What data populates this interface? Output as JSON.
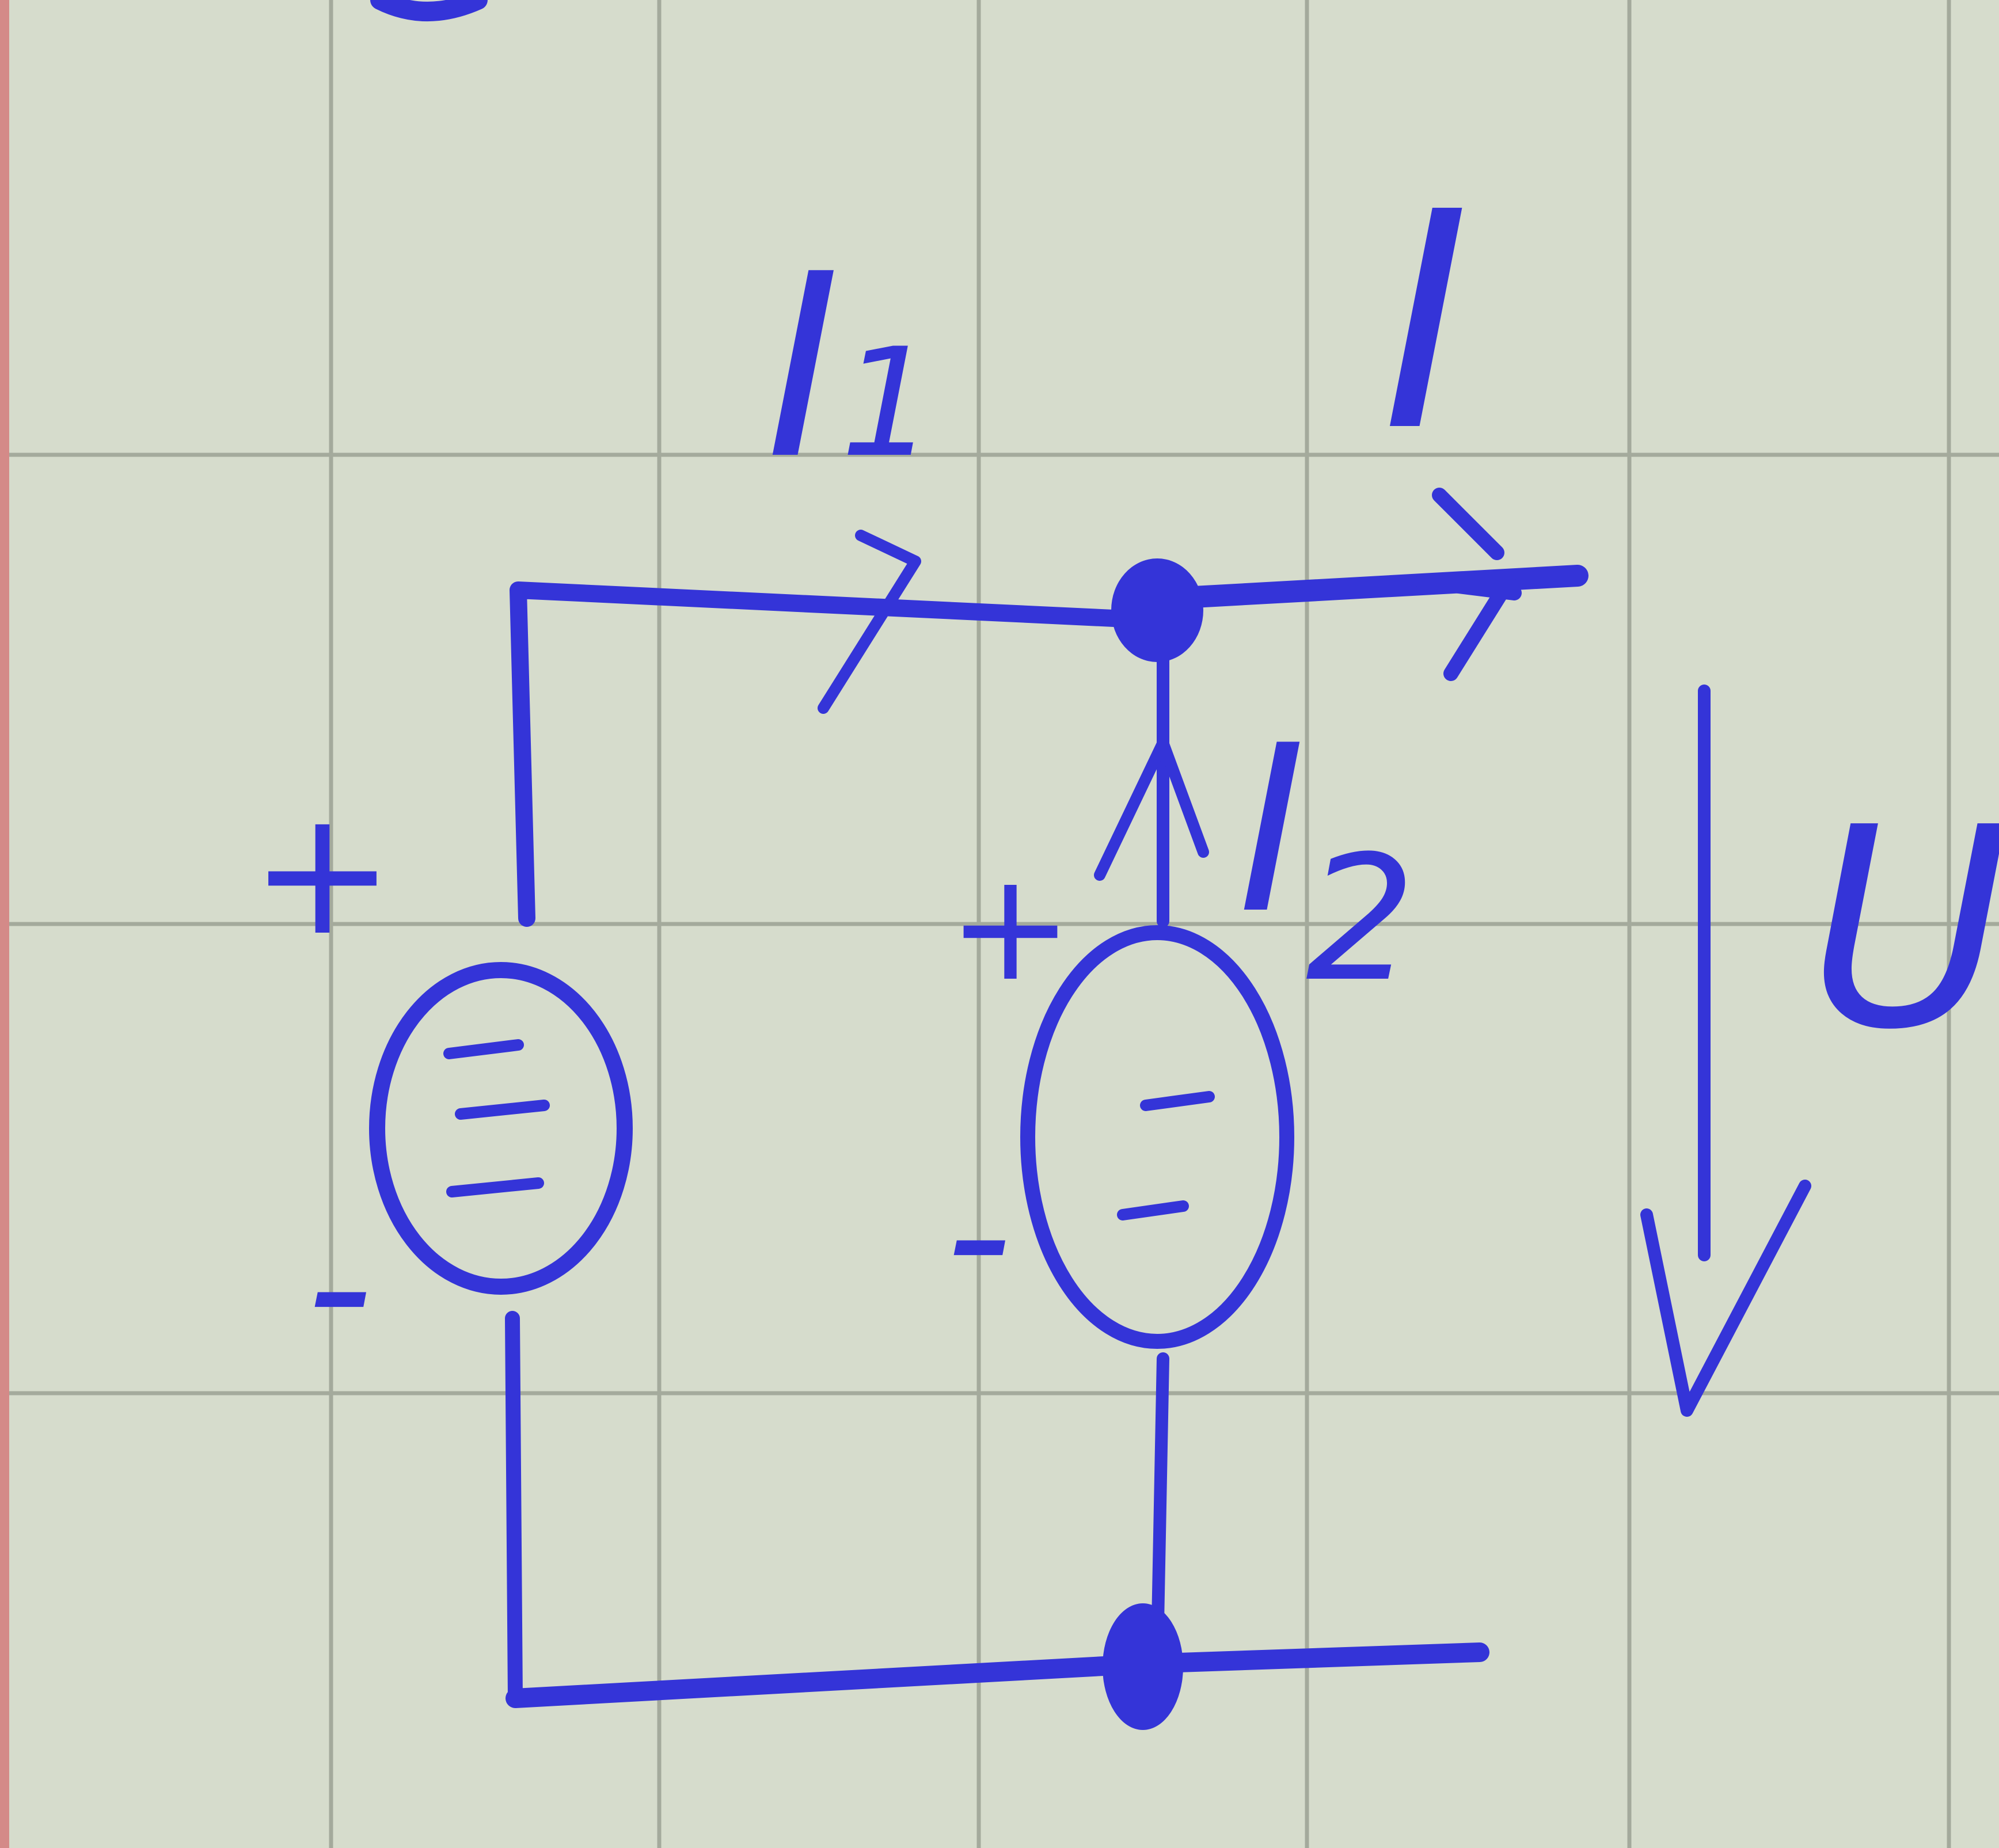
{
  "diagram": {
    "kind": "circuit-schematic",
    "paper": {
      "background": "#d6dccc",
      "grid_color": "#a4aa9c",
      "margin_color": "#d48a88"
    },
    "ink_color": "#3434d8",
    "labels": {
      "current_i1": {
        "base": "I",
        "subscript": "1"
      },
      "current_i2": {
        "base": "I",
        "subscript": "2"
      },
      "current_i": {
        "base": "I"
      },
      "voltage_u": {
        "base": "U"
      }
    },
    "sources": [
      {
        "id": "source-left",
        "plus": "+",
        "minus": "-",
        "bars": 3
      },
      {
        "id": "source-right",
        "plus": "+",
        "minus": "-",
        "bars": 2
      }
    ],
    "nodes": [
      {
        "id": "top-node"
      },
      {
        "id": "bottom-node"
      }
    ]
  }
}
